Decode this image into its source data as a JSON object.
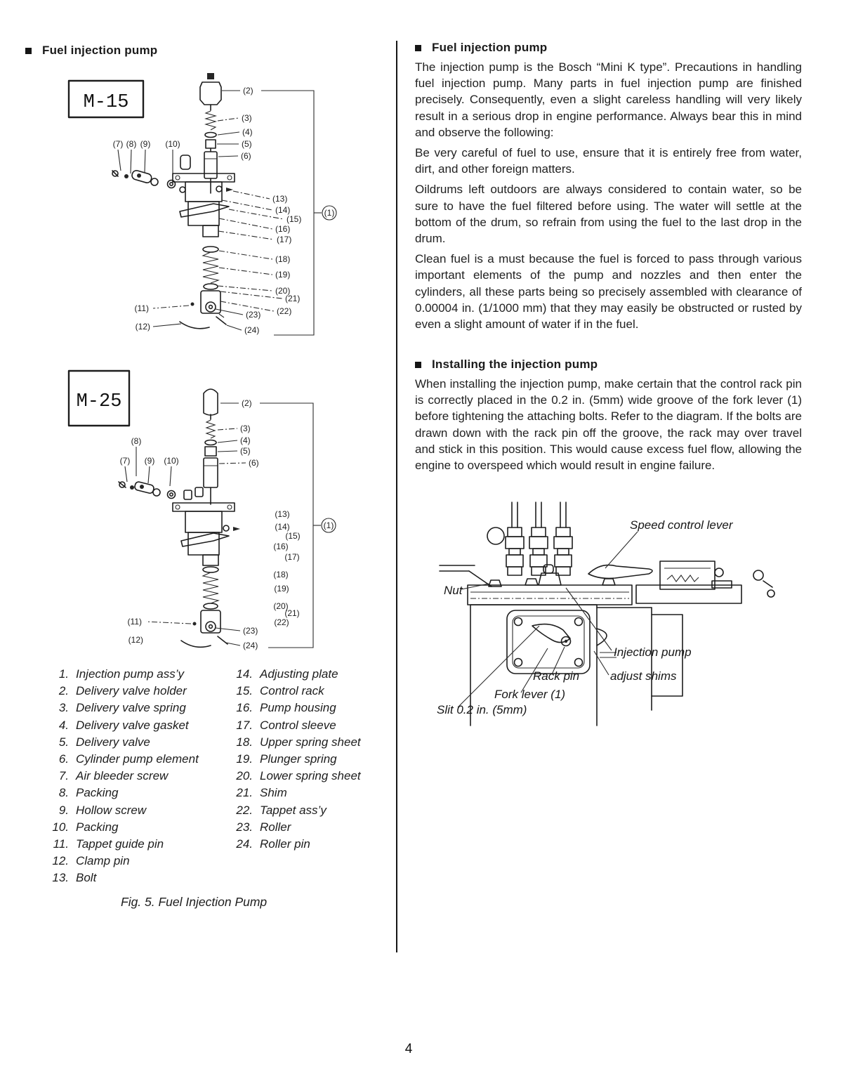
{
  "page_number": "4",
  "left_column": {
    "heading": "Fuel injection pump",
    "figure_m15": {
      "label": "M-15"
    },
    "figure_m25": {
      "label": "M-25"
    },
    "callouts": {
      "c1": "(1)",
      "c2": "(2)",
      "c3": "(3)",
      "c4": "(4)",
      "c5": "(5)",
      "c6": "(6)",
      "c7": "(7)",
      "c8": "(8)",
      "c9": "(9)",
      "c10": "(10)",
      "c11": "(11)",
      "c12": "(12)",
      "c13": "(13)",
      "c14": "(14)",
      "c15": "(15)",
      "c16": "(16)",
      "c17": "(17)",
      "c18": "(18)",
      "c19": "(19)",
      "c20": "(20)",
      "c21": "(21)",
      "c22": "(22)",
      "c23": "(23)",
      "c24": "(24)"
    },
    "parts_list": {
      "col1": [
        {
          "num": "1.",
          "name": "Injection pump ass’y"
        },
        {
          "num": "2.",
          "name": "Delivery valve holder"
        },
        {
          "num": "3.",
          "name": "Delivery valve spring"
        },
        {
          "num": "4.",
          "name": "Delivery valve gasket"
        },
        {
          "num": "5.",
          "name": "Delivery valve"
        },
        {
          "num": "6.",
          "name": "Cylinder pump element"
        },
        {
          "num": "7.",
          "name": "Air bleeder screw"
        },
        {
          "num": "8.",
          "name": "Packing"
        },
        {
          "num": "9.",
          "name": "Hollow screw"
        },
        {
          "num": "10.",
          "name": "Packing"
        },
        {
          "num": "11.",
          "name": "Tappet guide pin"
        },
        {
          "num": "12.",
          "name": "Clamp pin"
        },
        {
          "num": "13.",
          "name": "Bolt"
        }
      ],
      "col2": [
        {
          "num": "14.",
          "name": "Adjusting plate"
        },
        {
          "num": "15.",
          "name": "Control rack"
        },
        {
          "num": "16.",
          "name": "Pump housing"
        },
        {
          "num": "17.",
          "name": "Control sleeve"
        },
        {
          "num": "18.",
          "name": "Upper spring sheet"
        },
        {
          "num": "19.",
          "name": "Plunger spring"
        },
        {
          "num": "20.",
          "name": "Lower spring sheet"
        },
        {
          "num": "21.",
          "name": "Shim"
        },
        {
          "num": "22.",
          "name": "Tappet ass’y"
        },
        {
          "num": "23.",
          "name": "Roller"
        },
        {
          "num": "24.",
          "name": "Roller pin"
        }
      ]
    },
    "caption": "Fig. 5. Fuel Injection Pump"
  },
  "right_column": {
    "section_pump": {
      "heading": "Fuel injection pump",
      "p1": "The injection pump is the Bosch “Mini K type”. Precautions in handling fuel injection pump. Many parts in fuel injection pump are finished precisely. Consequently, even a slight careless handling will very likely result in a serious drop in engine performance. Always bear this in mind and observe the following:",
      "p2": "Be very careful of fuel to use, ensure that it is entirely free from water, dirt, and other foreign matters.",
      "p3": "Oildrums left outdoors are always considered to contain water, so be sure to have the fuel filtered before using. The water will settle at the bottom of the drum, so refrain from using the fuel to the last drop in the drum.",
      "p4": "Clean fuel is a must because the fuel is forced to pass through various important elements of the pump and nozzles and then enter the cylinders, all these parts being so precisely assembled with clearance of  0.00004 in. (1/1000 mm)  that they may easily be obstructed or rusted by even a slight amount of water if in the fuel."
    },
    "section_install": {
      "heading": "Installing the injection pump",
      "p1": "When installing the injection pump, make certain that the control rack pin is correctly placed in the 0.2 in. (5mm) wide groove of the fork lever (1) before tightening the attaching bolts. Refer to the diagram. If the bolts are drawn down with the rack pin off the groove, the rack may over travel and stick in this position. This would cause excess fuel flow, allowing the engine to overspeed which would result in engine failure."
    },
    "install_diagram": {
      "labels": {
        "speed_control_lever": "Speed control lever",
        "nut": "Nut",
        "injection_pump": "Injection pump",
        "rack_pin": "Rack pin",
        "adjust_shims": "adjust shims",
        "fork_lever": "Fork lever (1)",
        "slit": "Slit 0.2 in. (5mm)"
      }
    }
  }
}
